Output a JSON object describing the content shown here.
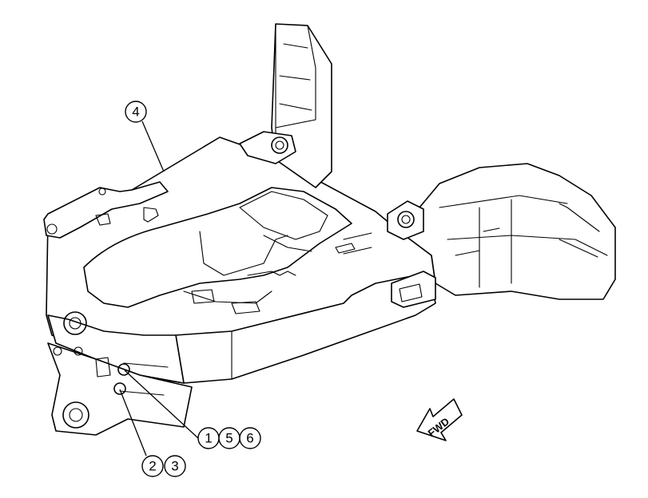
{
  "diagram": {
    "callouts": [
      {
        "id": "c4",
        "label": "4"
      },
      {
        "id": "c1",
        "label": "1"
      },
      {
        "id": "c5",
        "label": "5"
      },
      {
        "id": "c6",
        "label": "6"
      },
      {
        "id": "c2",
        "label": "2"
      },
      {
        "id": "c3",
        "label": "3"
      }
    ],
    "direction_arrow": {
      "label": "FWD"
    }
  },
  "colors": {
    "line": "#000000",
    "background": "#ffffff"
  }
}
